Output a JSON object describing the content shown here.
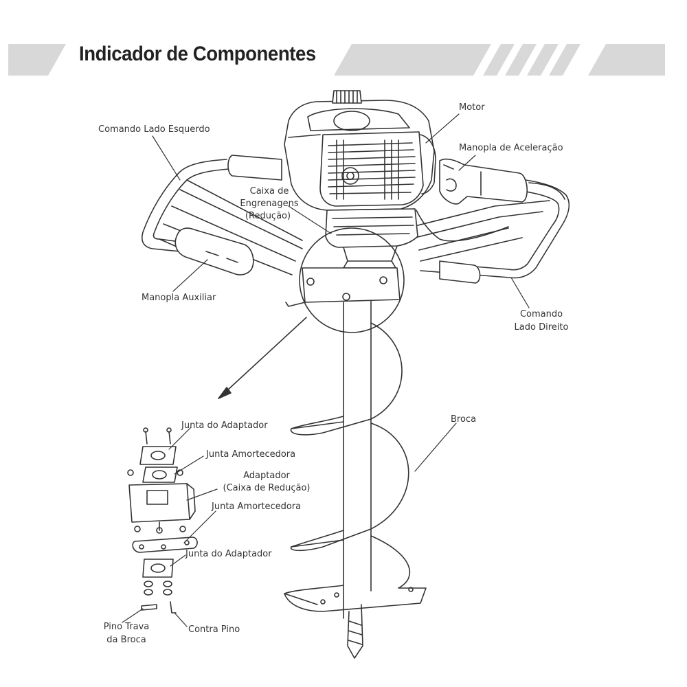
{
  "header": {
    "title": "Indicador de Componentes"
  },
  "labels": {
    "motor": "Motor",
    "comando_esquerdo": "Comando Lado Esquerdo",
    "manopla_aceleracao": "Manopla de Aceleração",
    "caixa_1": "Caixa de",
    "caixa_2": "Engrenagens",
    "caixa_3": "(Redução)",
    "manopla_auxiliar": "Manopla Auxiliar",
    "comando_direito_1": "Comando",
    "comando_direito_2": "Lado Direito",
    "broca": "Broca",
    "junta_adaptador_top": "Junta do Adaptador",
    "junta_amortecedora_top": "Junta Amortecedora",
    "adaptador_1": "Adaptador",
    "adaptador_2": "(Caixa de Redução)",
    "junta_amortecedora_bottom": "Junta Amortecedora",
    "junta_adaptador_bottom": "Junta do Adaptador",
    "pino_1": "Pino Trava",
    "pino_2": "da Broca",
    "contra_pino": "Contra Pino"
  },
  "colors": {
    "header_band": "#d8d8d8",
    "line": "#333333",
    "title": "#222222"
  }
}
